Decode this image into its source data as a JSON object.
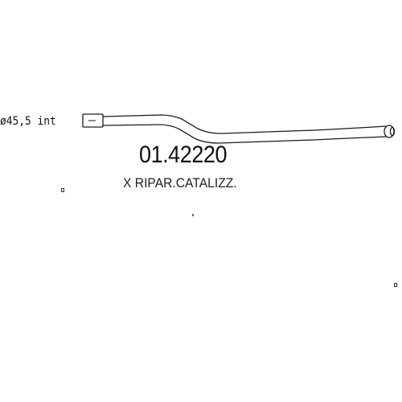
{
  "diagram": {
    "diameter_label": "ø45,5 int",
    "part_number": "01.42220",
    "description": "X RIPAR.CATALIZZ."
  },
  "colors": {
    "background": "#ffffff",
    "line": "#1a1a1a"
  }
}
